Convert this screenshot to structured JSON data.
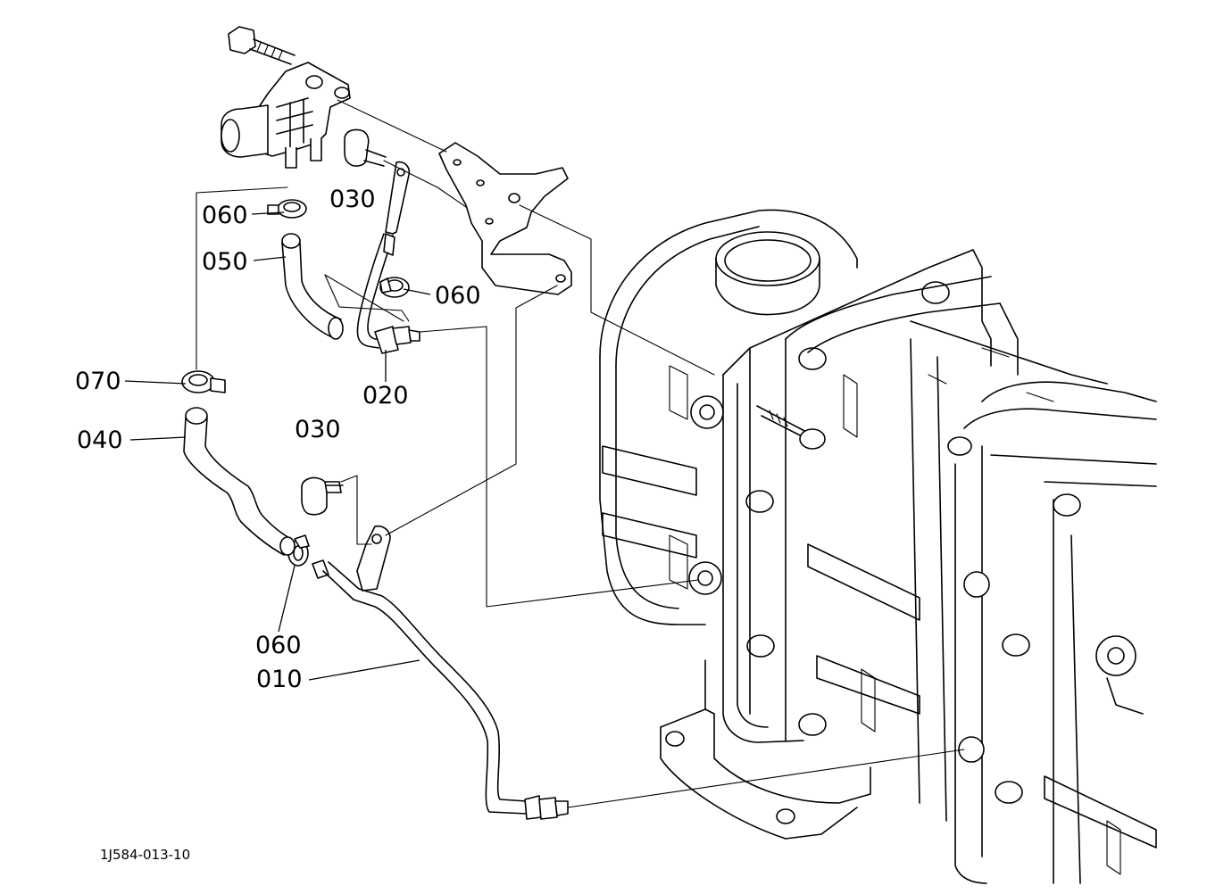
{
  "drawing_code": "1J584-013-10",
  "callouts": [
    {
      "id": "c060a",
      "label": "060"
    },
    {
      "id": "c030a",
      "label": "030"
    },
    {
      "id": "c050",
      "label": "050"
    },
    {
      "id": "c060b",
      "label": "060"
    },
    {
      "id": "c020",
      "label": "020"
    },
    {
      "id": "c070",
      "label": "070"
    },
    {
      "id": "c040",
      "label": "040"
    },
    {
      "id": "c030b",
      "label": "030"
    },
    {
      "id": "c060c",
      "label": "060"
    },
    {
      "id": "c010",
      "label": "010"
    }
  ],
  "icons": [
    "differential-pressure-sensor-icon",
    "hose-clamp-icon",
    "bolt-icon",
    "bracket-icon",
    "rubber-hose-icon",
    "metal-pipe-icon",
    "dpf-muffler-icon"
  ]
}
